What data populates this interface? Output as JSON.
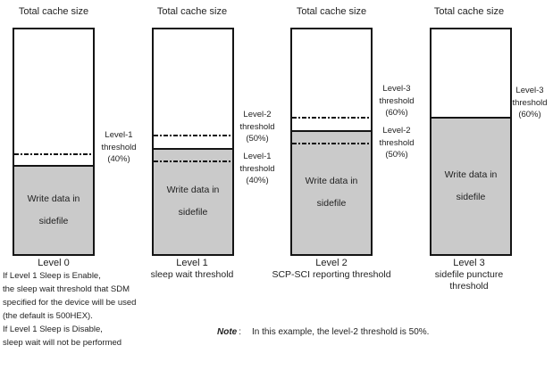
{
  "figure": {
    "fill_color": "#cacaca",
    "bars": [
      {
        "title": "Total cache size",
        "fill_line1": "Write data in",
        "fill_line2": "sidefile",
        "fill_percent": 39,
        "caption_level": "Level 0",
        "caption_subtitle": "",
        "thresholds": [
          {
            "label": "Level-1 threshold (40%)",
            "percent": 44
          }
        ]
      },
      {
        "title": "Total cache size",
        "fill_line1": "Write data in",
        "fill_line2": "sidefile",
        "fill_percent": 46.5,
        "caption_level": "Level 1",
        "caption_subtitle": "sleep wait threshold",
        "thresholds": [
          {
            "label": "Level-2 threshold (50%)",
            "percent": 52.5
          },
          {
            "label": "Level-1 threshold (40%)",
            "percent": 41
          }
        ]
      },
      {
        "title": "Total cache size",
        "fill_line1": "Write data in",
        "fill_line2": "sidefile",
        "fill_percent": 54.5,
        "caption_level": "Level 2",
        "caption_subtitle": "SCP-SCI reporting threshold",
        "thresholds": [
          {
            "label": "Level-3 threshold (60%)",
            "percent": 60.5
          },
          {
            "label": "Level-2 threshold (50%)",
            "percent": 49
          }
        ]
      },
      {
        "title": "Total cache size",
        "fill_line1": "Write data in",
        "fill_line2": "sidefile",
        "fill_percent": 60.5,
        "caption_level": "Level 3",
        "caption_subtitle": "sidefile puncture threshold",
        "thresholds": [
          {
            "label": "Level-3 threshold (60%)",
            "percent": 60.5
          }
        ]
      }
    ]
  },
  "footnote": {
    "lines": [
      "If Level 1 Sleep is Enable,",
      "the sleep wait threshold that SDM",
      "specified for the device will be used",
      "(the default is 500HEX).",
      "If Level 1 Sleep is Disable,",
      "sleep wait will not be performed"
    ]
  },
  "note": {
    "label": "Note",
    "colon": ":",
    "text": "In this example, the level-2 threshold is 50%."
  }
}
